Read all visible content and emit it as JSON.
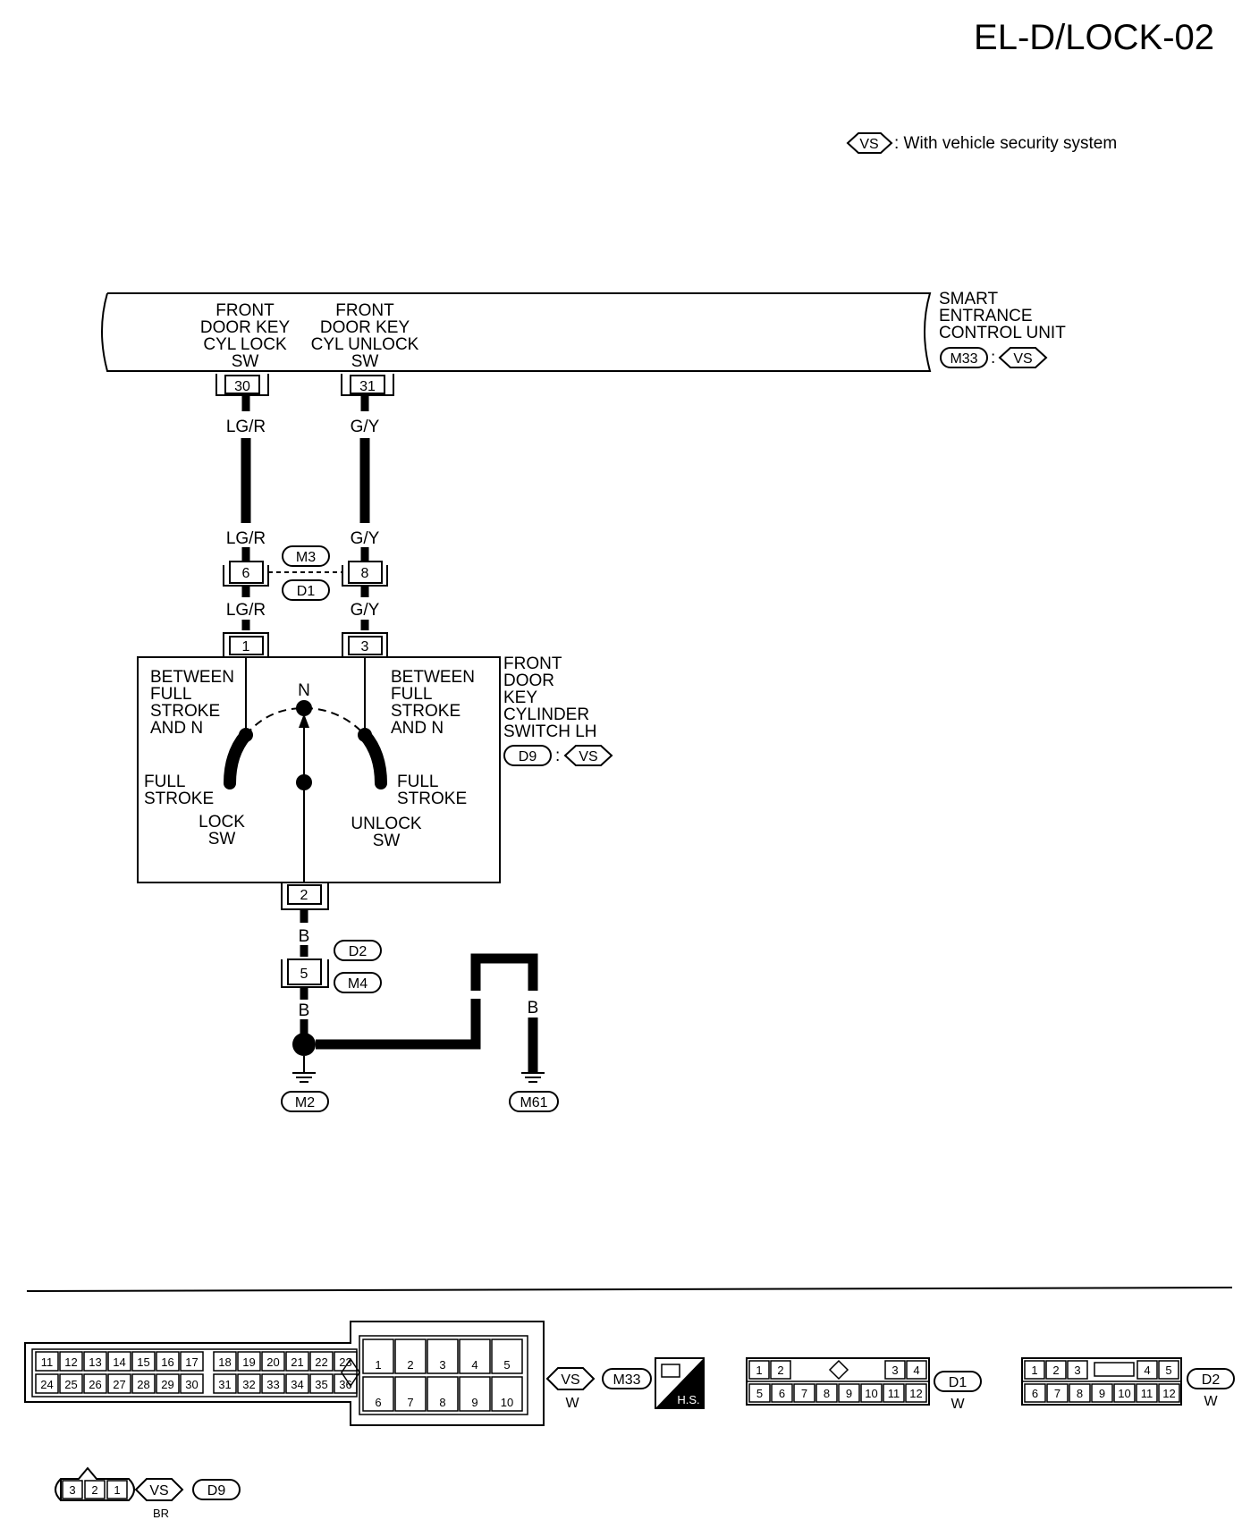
{
  "header": {
    "title": "EL-D/LOCK-02"
  },
  "legend": {
    "code": "VS",
    "text": ": With vehicle security system"
  },
  "control_unit": {
    "name_lines": [
      "SMART",
      "ENTRANCE",
      "CONTROL UNIT"
    ],
    "connector": "M33",
    "sep": ":",
    "option": "VS",
    "lock_sw_lines": [
      "FRONT",
      "DOOR KEY",
      "CYL LOCK",
      "SW"
    ],
    "unlock_sw_lines": [
      "FRONT",
      "DOOR KEY",
      "CYL UNLOCK",
      "SW"
    ],
    "pin_lock": "30",
    "pin_unlock": "31"
  },
  "wires": {
    "lock_color": "LG/R",
    "unlock_color": "G/Y",
    "ground_color": "B"
  },
  "joint_connector": {
    "pin_left": "6",
    "pin_right": "8",
    "conn_top": "M3",
    "conn_bottom": "D1"
  },
  "key_switch": {
    "name_lines": [
      "FRONT",
      "DOOR",
      "KEY",
      "CYLINDER",
      "SWITCH LH"
    ],
    "connector": "D9",
    "sep": ":",
    "option": "VS",
    "pin_lock": "1",
    "pin_unlock": "3",
    "pin_ground": "2",
    "between_left_lines": [
      "BETWEEN",
      "FULL",
      "STROKE",
      "AND N"
    ],
    "between_right_lines": [
      "BETWEEN",
      "FULL",
      "STROKE",
      "AND N"
    ],
    "n_label": "N",
    "full_left_lines": [
      "FULL",
      "STROKE"
    ],
    "full_right_lines": [
      "FULL",
      "STROKE"
    ],
    "lock_sw_lines": [
      "LOCK",
      "SW"
    ],
    "unlock_sw_lines": [
      "UNLOCK",
      "SW"
    ]
  },
  "ground_connector": {
    "pin": "5",
    "conn_top": "D2",
    "conn_bottom": "M4"
  },
  "grounds": {
    "left": "M2",
    "right": "M61"
  },
  "connector_views": {
    "m33": {
      "row1": [
        "11",
        "12",
        "13",
        "14",
        "15",
        "16",
        "17",
        "18",
        "19",
        "20",
        "21",
        "22",
        "23"
      ],
      "row2": [
        "24",
        "25",
        "26",
        "27",
        "28",
        "29",
        "30",
        "31",
        "32",
        "33",
        "34",
        "35",
        "36"
      ],
      "right_row1": [
        "1",
        "2",
        "3",
        "4",
        "5"
      ],
      "right_row2": [
        "6",
        "7",
        "8",
        "9",
        "10"
      ],
      "option": "VS",
      "connector": "M33",
      "color": "W",
      "hs": "H.S."
    },
    "d1": {
      "row1_left": [
        "1",
        "2"
      ],
      "row1_right": [
        "3",
        "4"
      ],
      "row2": [
        "5",
        "6",
        "7",
        "8",
        "9",
        "10",
        "11",
        "12"
      ],
      "connector": "D1",
      "color": "W"
    },
    "d2": {
      "row1_left": [
        "1",
        "2",
        "3"
      ],
      "row1_right": [
        "4",
        "5"
      ],
      "row2": [
        "6",
        "7",
        "8",
        "9",
        "10",
        "11",
        "12"
      ],
      "connector": "D2",
      "color": "W"
    },
    "d9": {
      "pins": [
        "3",
        "2",
        "1"
      ],
      "option": "VS",
      "connector": "D9",
      "color": "BR"
    }
  }
}
